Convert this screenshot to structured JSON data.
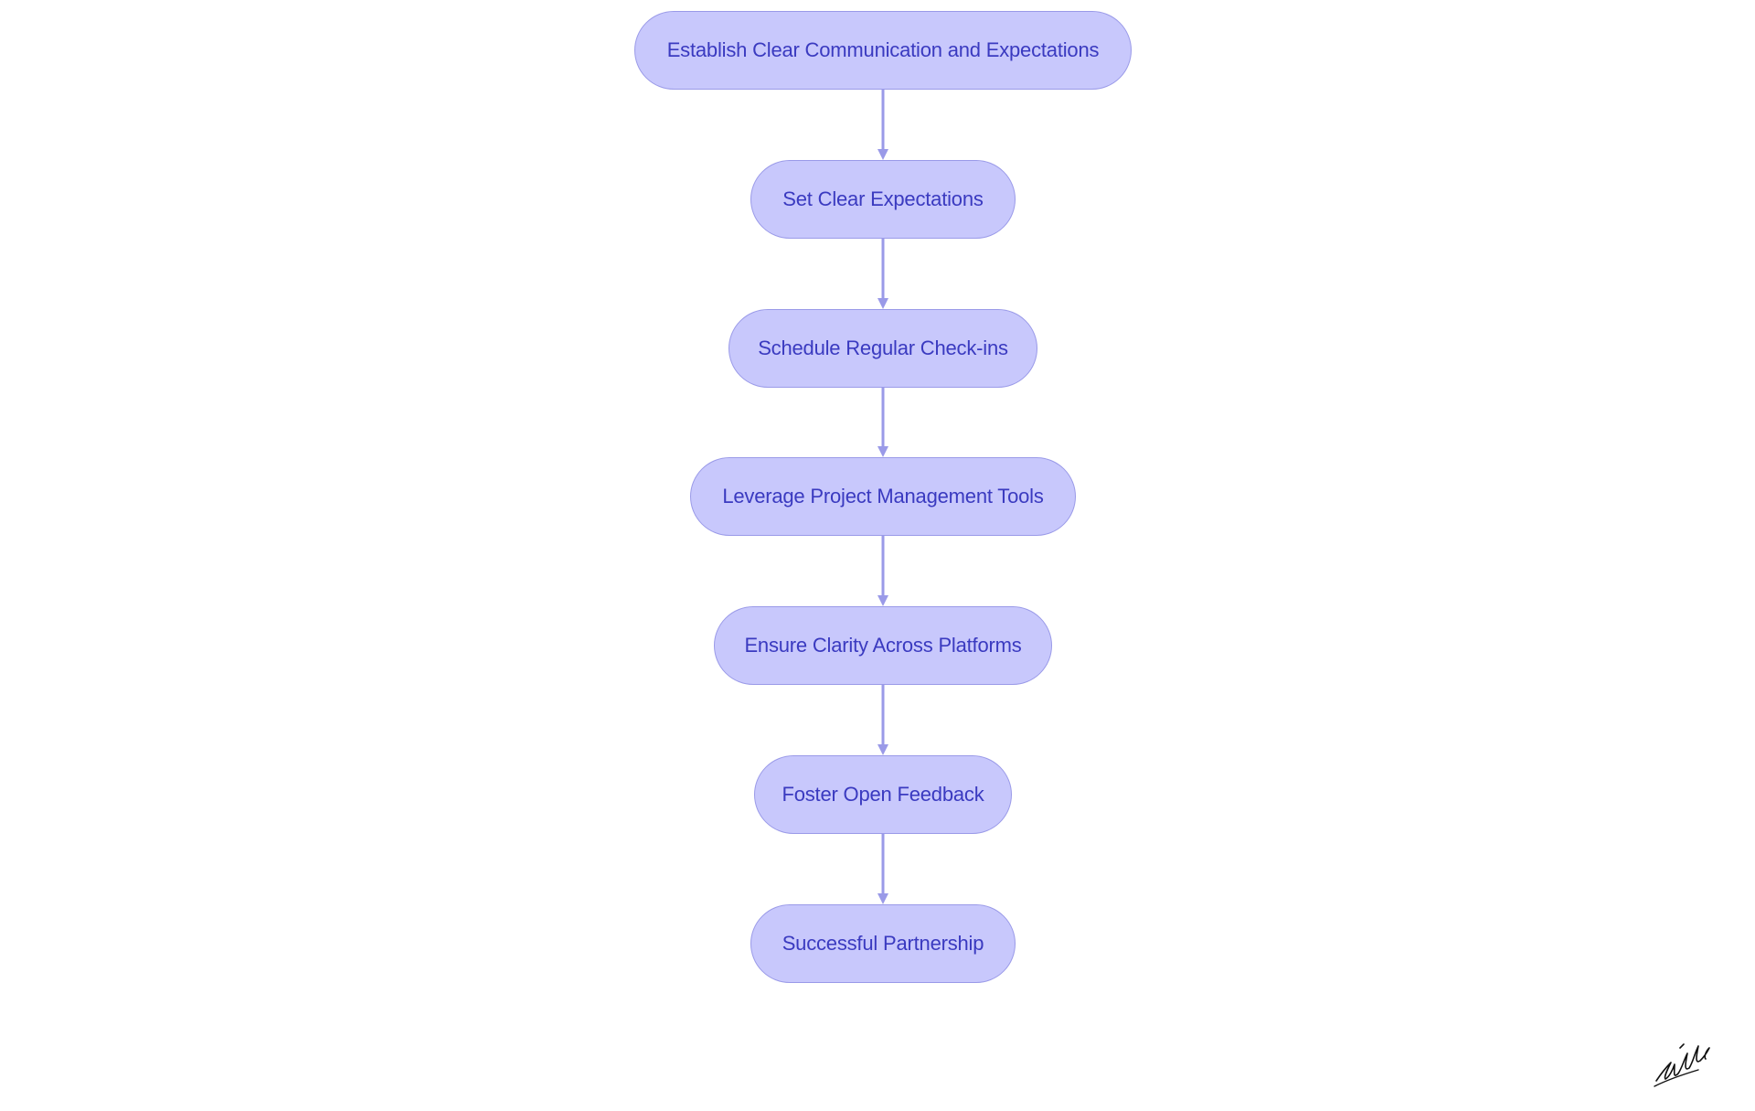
{
  "diagram": {
    "colors": {
      "node_fill": "#c8c8fc",
      "node_border": "#9a9ae8",
      "node_text": "#3a3ac0",
      "connector": "#9a9ae8"
    },
    "nodes": [
      {
        "label": "Establish Clear Communication and Expectations"
      },
      {
        "label": "Set Clear Expectations"
      },
      {
        "label": "Schedule Regular Check-ins"
      },
      {
        "label": "Leverage Project Management Tools"
      },
      {
        "label": "Ensure Clarity Across Platforms"
      },
      {
        "label": "Foster Open Feedback"
      },
      {
        "label": "Successful Partnership"
      }
    ],
    "edges": [
      {
        "from": 0,
        "to": 1
      },
      {
        "from": 1,
        "to": 2
      },
      {
        "from": 2,
        "to": 3
      },
      {
        "from": 3,
        "to": 4
      },
      {
        "from": 4,
        "to": 5
      },
      {
        "from": 5,
        "to": 6
      }
    ]
  }
}
